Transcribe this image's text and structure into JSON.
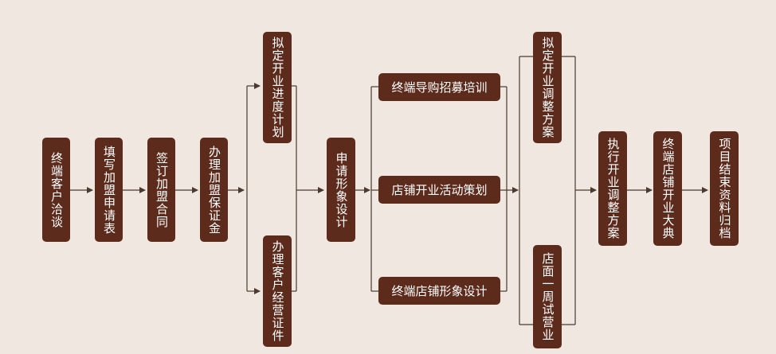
{
  "flow": {
    "step1": "终端客户洽谈",
    "step2": "填写加盟申请表",
    "step3": "签订加盟合同",
    "step4": "办理加盟保证金",
    "branch_a_top": "拟定开业进度计划",
    "branch_a_bottom": "办理客户经营证件",
    "step5": "申请形象设计",
    "branch_b_top": "终端导购招募培训",
    "branch_b_mid": "店铺开业活动策划",
    "branch_b_bottom": "终端店铺形象设计",
    "branch_c_top": "拟定开业调整方案",
    "branch_c_bottom": "店面一周试营业",
    "step6": "执行开业调整方案",
    "step7": "终端店铺开业大典",
    "step8": "项目结束资料归档"
  },
  "colors": {
    "box": "#5d2b1c",
    "text": "#ffffff",
    "line": "#4a3a30",
    "background": "#f0e8e0"
  }
}
